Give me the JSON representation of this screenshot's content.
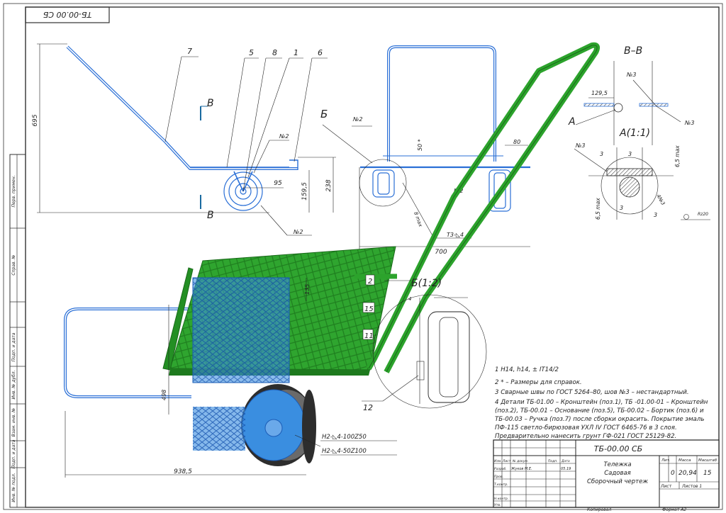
{
  "stamp_top": "ТБ-00.00 СБ",
  "views": {
    "section_label": "В–В",
    "detail_a": "А(1:1)",
    "detail_b": "Б(1:2)",
    "cut_mark": "В",
    "view_b_mark": "Б",
    "view_a_mark": "А"
  },
  "dimensions": {
    "d695": "695",
    "d238": "238",
    "d1595": "159,5",
    "d95": "95",
    "d700": "700",
    "d1295": "129,5",
    "d80": "80",
    "d50": "50 *",
    "d9358": "938,5",
    "d498": "498",
    "d135": "135",
    "d3a": "3",
    "d3b": "3",
    "d3c": "3",
    "d3d": "3",
    "d65max1": "6,5 max",
    "d65max2": "6,5 max",
    "d4": "4",
    "d8": "8 max"
  },
  "callouts": {
    "p7": "7",
    "p5": "5",
    "p8": "8",
    "p1": "1",
    "p6": "6",
    "p2": "2",
    "p15": "15",
    "p11": "11",
    "p12": "12",
    "weld2a": "№2",
    "weld2b": "№2",
    "weld2c": "№2",
    "weld2d": "№2",
    "weld3a": "№3",
    "weld3b": "№3",
    "weld3c": "№3",
    "weld4": "4№3",
    "t3": "Т3-◺4",
    "h2a": "Н2-◺4-100Z50",
    "h2b": "Н2-◺4-50Z100",
    "roughness": "Rz20"
  },
  "notes": [
    "1 Н14, h14, ± IT14/2",
    "2 * – Размеры для справок.",
    "3 Сварные швы по ГОСТ 5264–80, шов №3 – нестандартный.",
    "4 Детали ТБ-01.00 – Кронштейн (поз.1), ТБ -01.00-01 – Кронштейн",
    "(поз.2), ТБ-00.01 – Основание (поз.5), ТБ-00.02 – Бортик (поз.6) и",
    "ТБ-00.03 – Ручка (поз.7) после сборки окрасить. Покрытие эмаль",
    "ПФ-115 светло-бирюзовая УХЛ IV ГОСТ 6465-76 в 3 слоя.",
    "Предварительно нанесить грунт ГФ-021 ГОСТ 25129-82."
  ],
  "title_block": {
    "designation": "ТБ-00.00 СБ",
    "name_line1": "Тележка",
    "name_line2": "Садовая",
    "name_line3": "Сборочный чертеж",
    "lit_label": "Лит.",
    "mass_label": "Масса",
    "scale_label": "Масштаб",
    "lit": "0",
    "mass": "20,94",
    "scale": "15",
    "sheet_label": "Лист",
    "sheets_label": "Листов 1",
    "rows": [
      "Изм.",
      "Разраб.",
      "Пров.",
      "Т.контр.",
      "Н.контр.",
      "Утв."
    ],
    "cols": [
      "Лист",
      "№ докум.",
      "Подп.",
      "Дата"
    ],
    "developer": "Жуков М.Е.",
    "date": "05.19",
    "copied": "Копировал",
    "format": "Формат   А2"
  },
  "side_columns": {
    "c1": "Перв. примен.",
    "c2": "Справ. №",
    "c3": "Подп. и дата",
    "c4": "Инв. № дубл.",
    "c5": "Взам. инв. №",
    "c6": "Подп. и дата",
    "c7": "Инв. № подл."
  }
}
